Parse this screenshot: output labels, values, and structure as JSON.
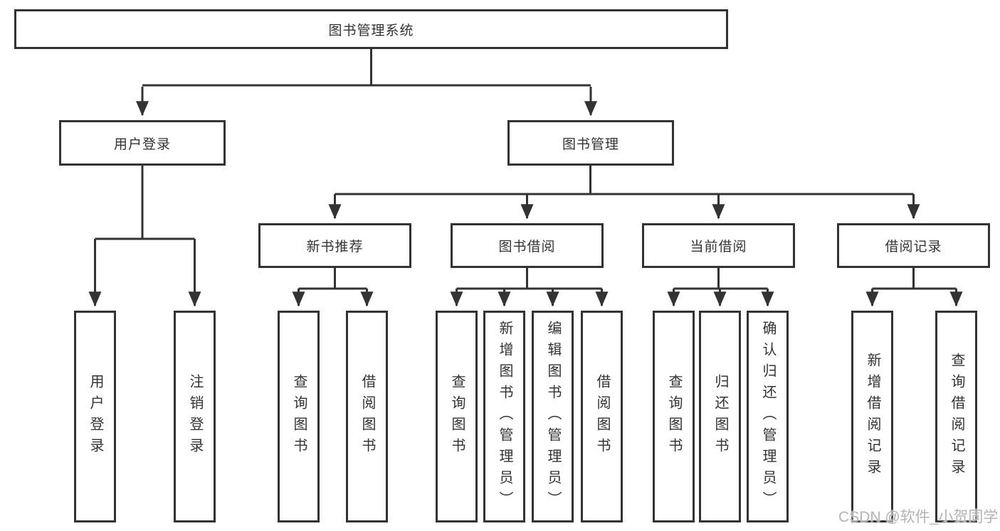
{
  "tree": {
    "label": "图书管理系统",
    "children": [
      {
        "label": "用户登录",
        "children": [
          {
            "label": "用户登录"
          },
          {
            "label": "注销登录"
          }
        ]
      },
      {
        "label": "图书管理",
        "children": [
          {
            "label": "新书推荐",
            "children": [
              {
                "label": "查询图书"
              },
              {
                "label": "借阅图书"
              }
            ]
          },
          {
            "label": "图书借阅",
            "children": [
              {
                "label": "查询图书"
              },
              {
                "label": "新增图书（管理员）"
              },
              {
                "label": "编辑图书（管理员）"
              },
              {
                "label": "借阅图书"
              }
            ]
          },
          {
            "label": "当前借阅",
            "children": [
              {
                "label": "查询图书"
              },
              {
                "label": "归还图书"
              },
              {
                "label": "确认归还（管理员）"
              }
            ]
          },
          {
            "label": "借阅记录",
            "children": [
              {
                "label": "新增借阅记录"
              },
              {
                "label": "查询借阅记录"
              }
            ]
          }
        ]
      }
    ]
  },
  "watermark": {
    "text": "CSDN @软件_小贺同学"
  },
  "colors": {
    "line": "#333333",
    "box_border": "#333333",
    "text": "#333333",
    "watermark_text": "#b3b3b3",
    "background": "#ffffff"
  }
}
